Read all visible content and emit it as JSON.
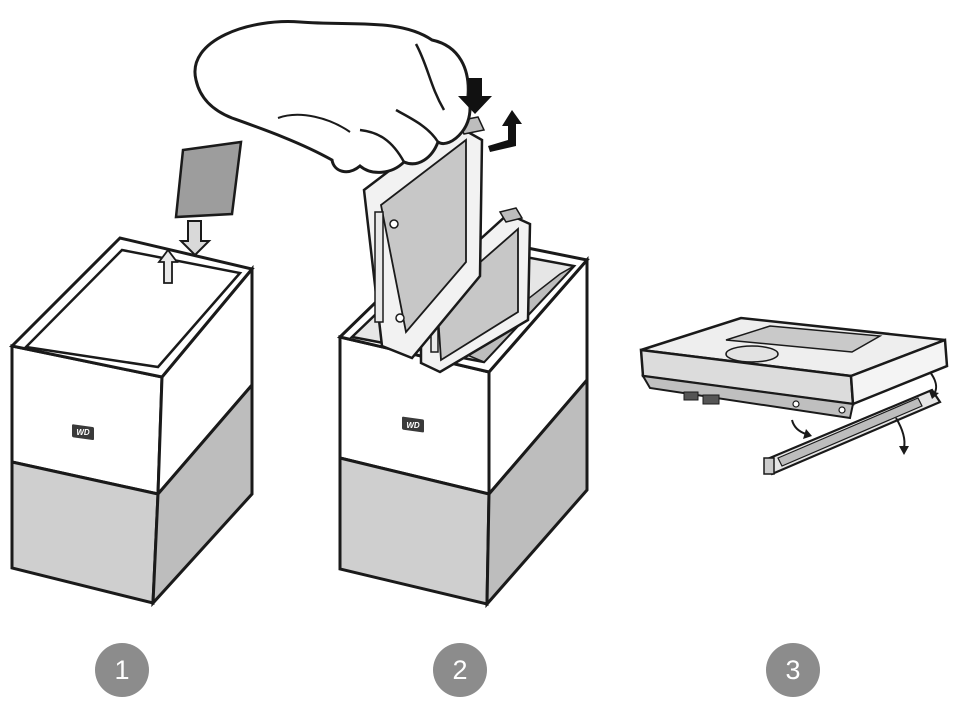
{
  "colors": {
    "outline": "#1a1a1a",
    "top_body": "#ffffff",
    "lower_body": "#cfcfcf",
    "lower_body_side": "#bdbdbd",
    "lid": "#9d9d9d",
    "badge": "#8c8c8c",
    "badge_text": "#ffffff",
    "drive": "#f2f2f2",
    "drive_label": "#c7c7c7"
  },
  "logo": {
    "text": "WD"
  },
  "steps": [
    {
      "number": "1"
    },
    {
      "number": "2"
    },
    {
      "number": "3"
    }
  ],
  "icons": [
    "down-arrow-icon",
    "up-right-arrow-icon",
    "hand-icon",
    "hard-drive-icon",
    "lid-icon",
    "curved-arrow-icon"
  ]
}
